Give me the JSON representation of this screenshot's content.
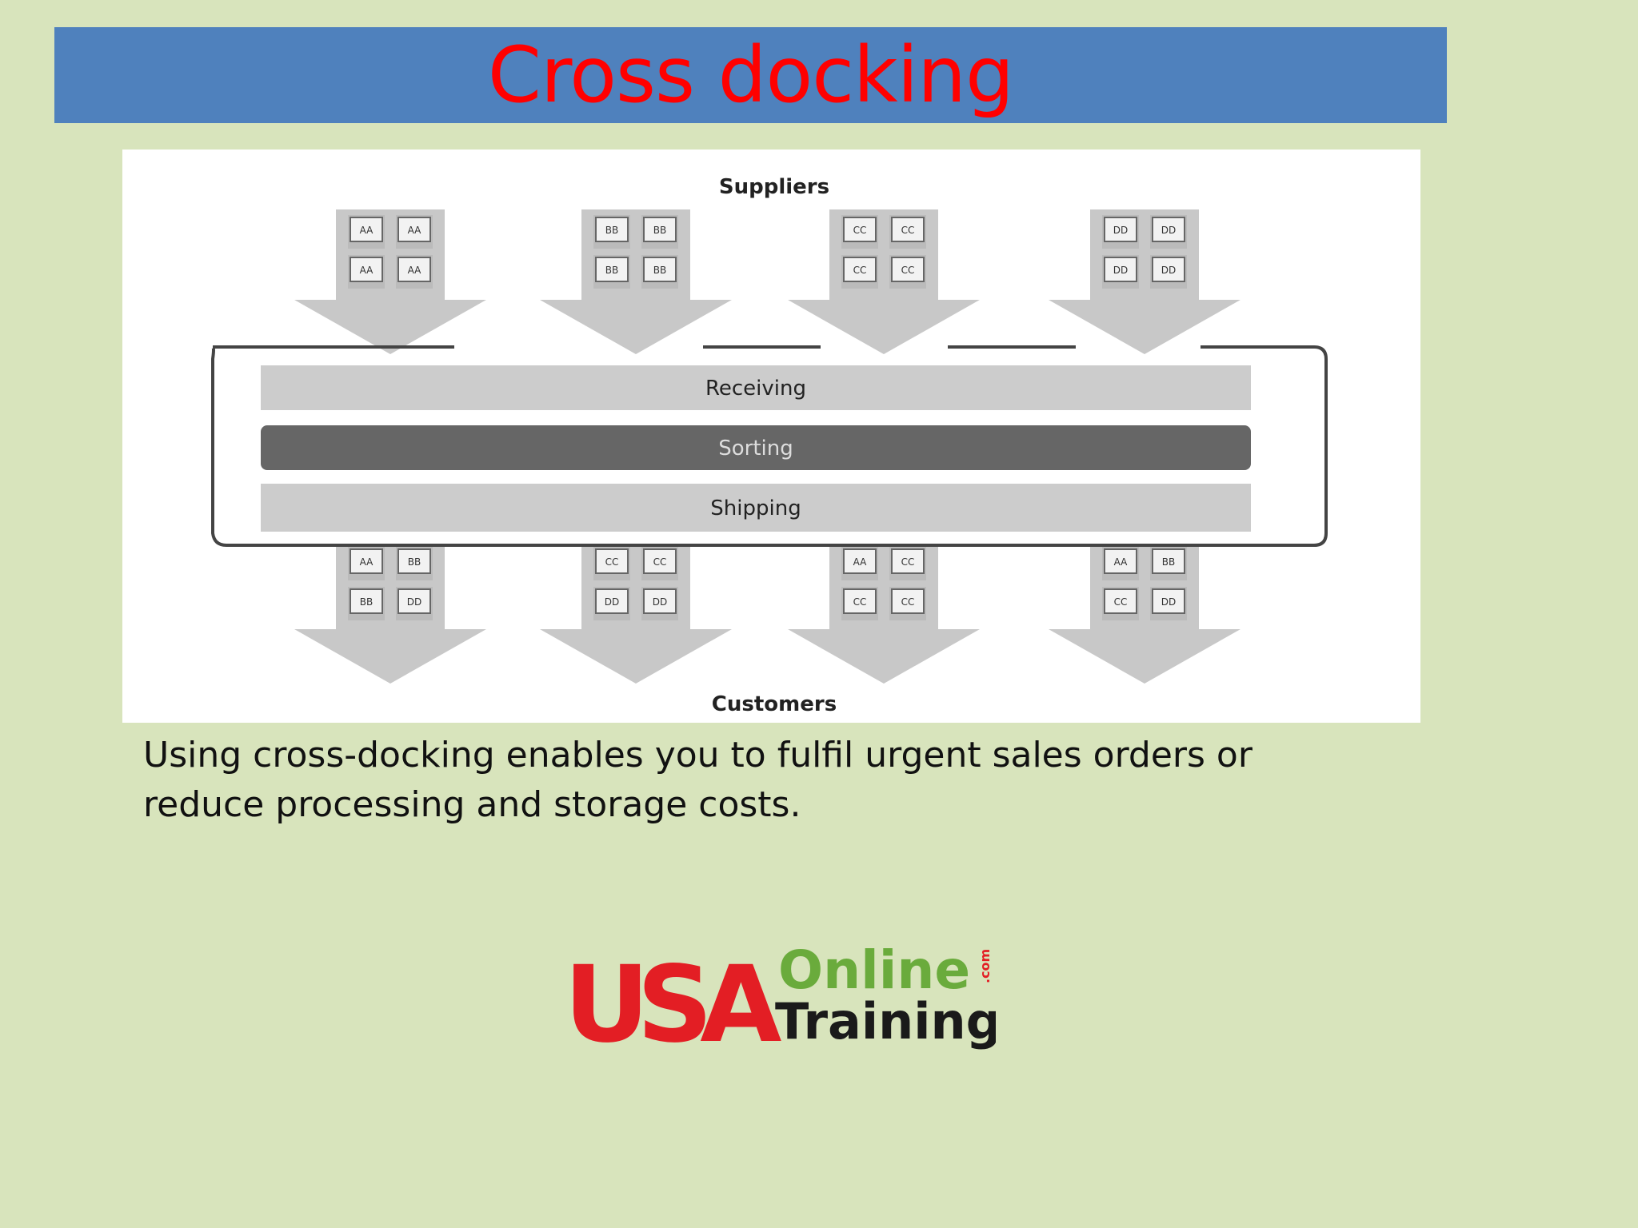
{
  "slide": {
    "title": "Cross docking",
    "caption": "Using cross-docking enables you to fulfil urgent sales orders or reduce processing and storage costs."
  },
  "diagram": {
    "top_label": "Suppliers",
    "bottom_label": "Customers",
    "stages": [
      "Receiving",
      "Sorting",
      "Shipping"
    ],
    "inbound_pallets": [
      [
        "AA",
        "AA",
        "AA",
        "AA"
      ],
      [
        "BB",
        "BB",
        "BB",
        "BB"
      ],
      [
        "CC",
        "CC",
        "CC",
        "CC"
      ],
      [
        "DD",
        "DD",
        "DD",
        "DD"
      ]
    ],
    "outbound_pallets": [
      [
        "AA",
        "BB",
        "BB",
        "DD"
      ],
      [
        "CC",
        "CC",
        "DD",
        "DD"
      ],
      [
        "AA",
        "CC",
        "CC",
        "CC"
      ],
      [
        "AA",
        "BB",
        "CC",
        "DD"
      ]
    ],
    "colors": {
      "stage_light": "#cccccc",
      "stage_dark": "#666666",
      "arrow": "#c8c8c8"
    }
  },
  "logo": {
    "usa": "USA",
    "online": "Online",
    "dotcom": ".com",
    "training": "Training",
    "colors": {
      "usa": "#e31e24",
      "online": "#6aab3c",
      "training": "#1a1a1a"
    }
  },
  "colors": {
    "background": "#d8e4bc",
    "title_bar": "#4f81bd",
    "title_text": "#ff0000"
  }
}
